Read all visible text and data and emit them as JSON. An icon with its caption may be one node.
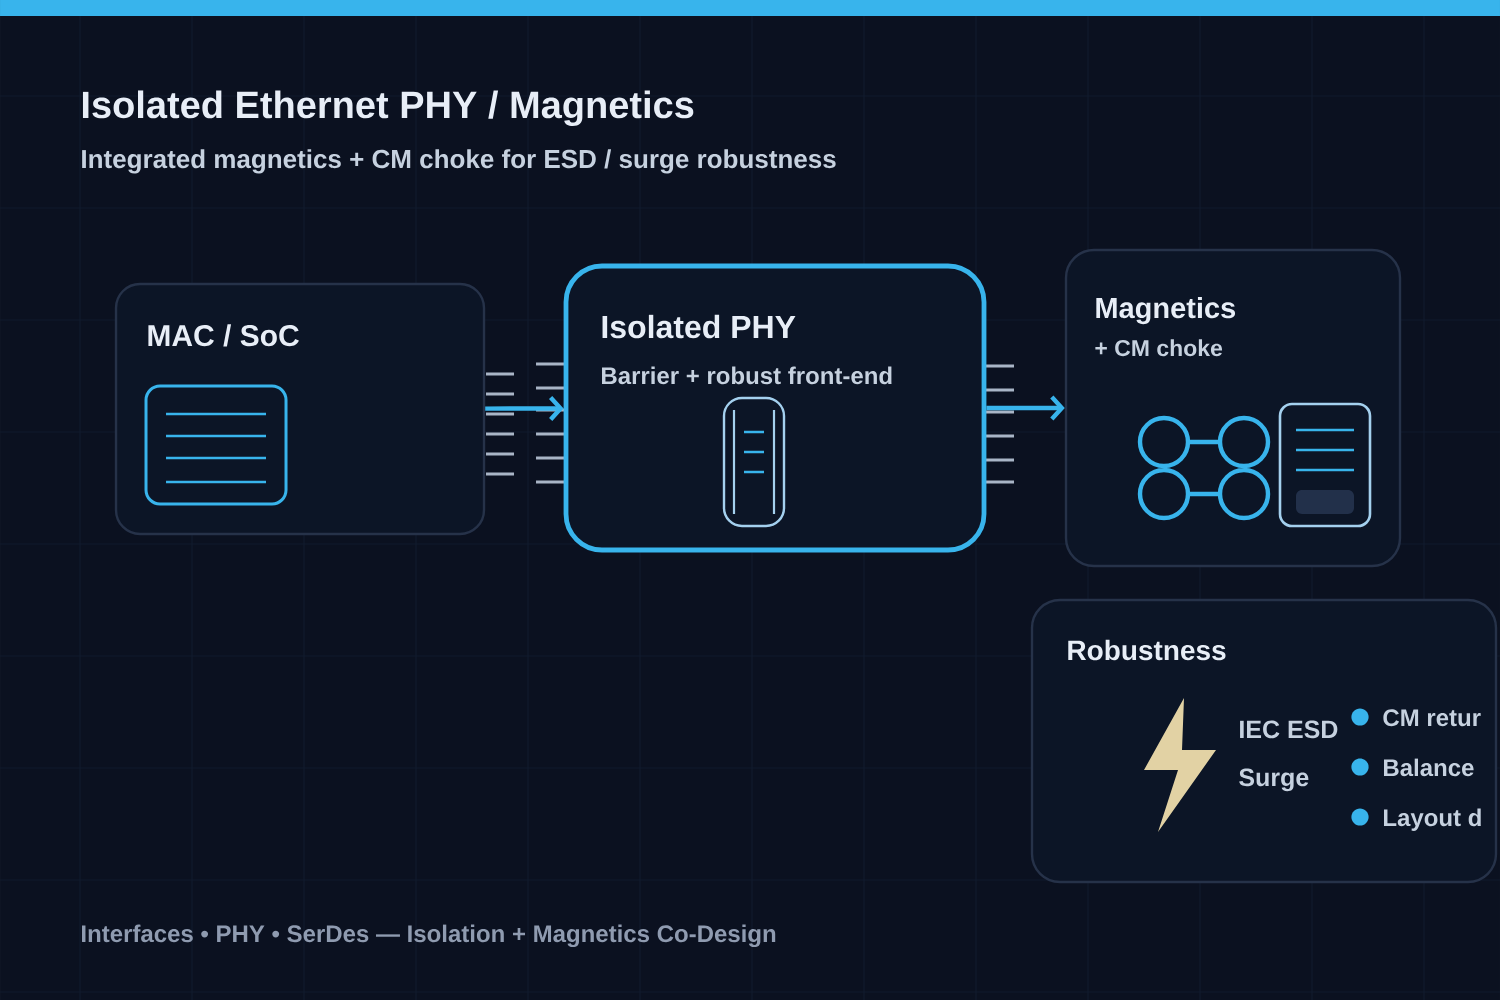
{
  "diagram": {
    "title": "Isolated Ethernet PHY / Magnetics",
    "caption": "Interfaces • PHY • SerDes — Isolation + Magnetics Co-Design",
    "nodes": [
      {
        "text": [
          "MAC / SoC"
        ]
      },
      {
        "text": [
          "Isolated PHY",
          "Barrier + robust front-end"
        ]
      },
      {
        "text": [
          "Magnetics",
          "+ CM choke"
        ]
      },
      {
        "text": [
          "Robustness",
          "IEC ESD",
          "Surge",
          "CM retur",
          "Balance",
          "Layout d"
        ]
      }
    ],
    "edges": [
      {
        "from": 0,
        "to": 1,
        "arrow": "to"
      },
      {
        "from": 1,
        "to": 2,
        "arrow": "to"
      }
    ],
    "labels": [
      "Integrated magnetics + CM choke for ESD / surge robustness"
    ]
  }
}
